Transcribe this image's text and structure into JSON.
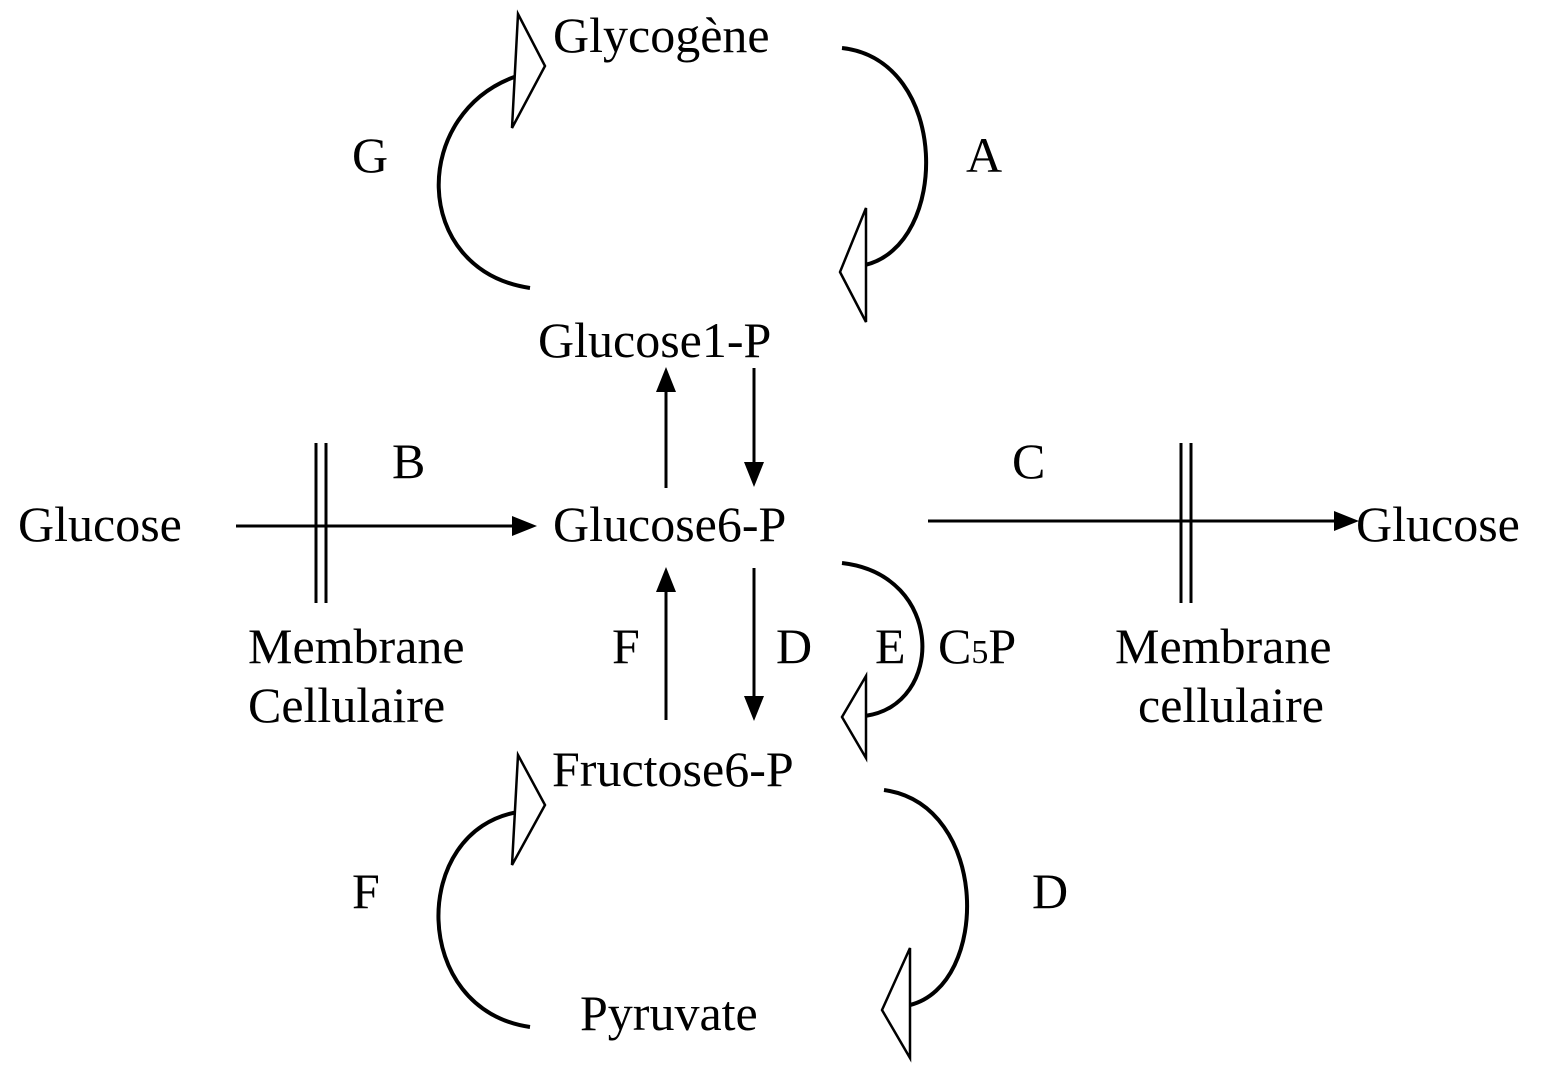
{
  "metabolites": {
    "glycogene": "Glycogène",
    "glucose1p": "Glucose1-P",
    "glucose6p": "Glucose6-P",
    "fructose6p": "Fructose6-P",
    "pyruvate": "Pyruvate",
    "glucose_in": "Glucose",
    "glucose_out": "Glucose"
  },
  "pathway_labels": {
    "g": "G",
    "a": "A",
    "b": "B",
    "c": "C",
    "f_mid": "F",
    "d_mid": "D",
    "e": "E",
    "c5p_prefix": "C",
    "c5p_sub": "5",
    "c5p_suffix": "P",
    "f_low": "F",
    "d_low": "D"
  },
  "membranes": {
    "left_line1": "Membrane",
    "left_line2": "Cellulaire",
    "right_line1": "Membrane",
    "right_line2": "cellulaire"
  }
}
